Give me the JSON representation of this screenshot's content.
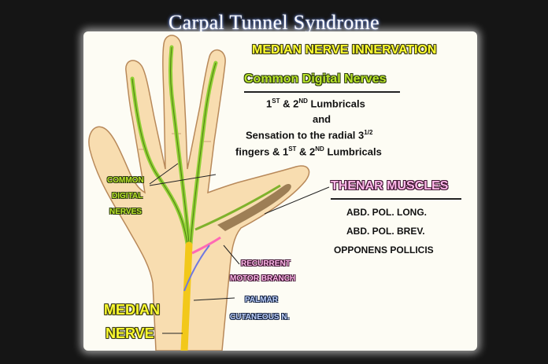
{
  "title": "Carpal Tunnel Syndrome",
  "heading": "MEDIAN NERVE INNERVATION",
  "digital_section": {
    "title": "Common Digital Nerves",
    "line1": {
      "a": "1",
      "a_sup": "ST",
      "b": " & 2",
      "b_sup": "ND",
      "c": " Lumbricals"
    },
    "line2": "and",
    "line3": {
      "a": "Sensation to the radial 3",
      "a_frac": "1/2"
    },
    "line4": {
      "a": "fingers & 1",
      "a_sup": "ST",
      "b": " & 2",
      "b_sup": "ND",
      "c": " Lumbricals"
    }
  },
  "thenar": {
    "title": "THENAR MUSCLES",
    "items": [
      "ABD. POL. LONG.",
      "ABD. POL. BREV.",
      "OPPONENS POLLICIS"
    ]
  },
  "labels": {
    "common_digital": [
      "COMMON",
      "DIGITAL",
      "NERVES"
    ],
    "recurrent": [
      "RECURRENT",
      "MOTOR BRANCH"
    ],
    "palmar": [
      "PALMAR",
      "CUTANEOUS N."
    ],
    "median": [
      "MEDIAN",
      "NERVE"
    ]
  },
  "colors": {
    "skin": "#f8ddb0",
    "nerve_green": "#8fd034",
    "nerve_yellow": "#f2c81a",
    "recurrent_pink": "#ff69b4",
    "palmar_blue": "#6f78e0"
  }
}
